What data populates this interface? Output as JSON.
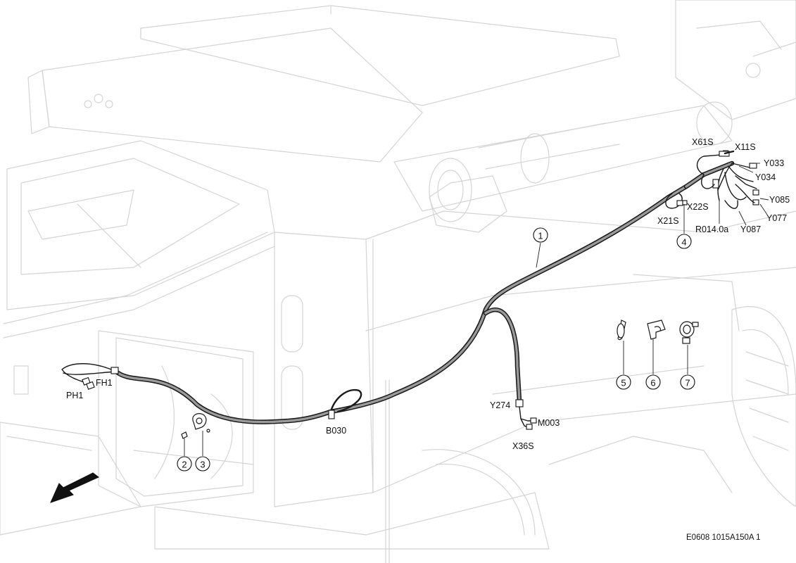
{
  "callouts": {
    "c1": "1",
    "c2": "2",
    "c3": "3",
    "c4": "4",
    "c5": "5",
    "c6": "6",
    "c7": "7"
  },
  "labels": {
    "fh1": "FH1",
    "ph1": "PH1",
    "b030": "B030",
    "y274": "Y274",
    "m003": "M003",
    "x36s": "X36S",
    "x61s": "X61S",
    "x11s": "X11S",
    "y033": "Y033",
    "y034": "Y034",
    "x22s": "X22S",
    "x21s": "X21S",
    "r014": "R014.0a",
    "y085": "Y085",
    "y077": "Y077",
    "y087": "Y087"
  },
  "drawing_reference": "E0608 1015A150A 1",
  "icons": {
    "direction": "direction-arrow-icon"
  }
}
